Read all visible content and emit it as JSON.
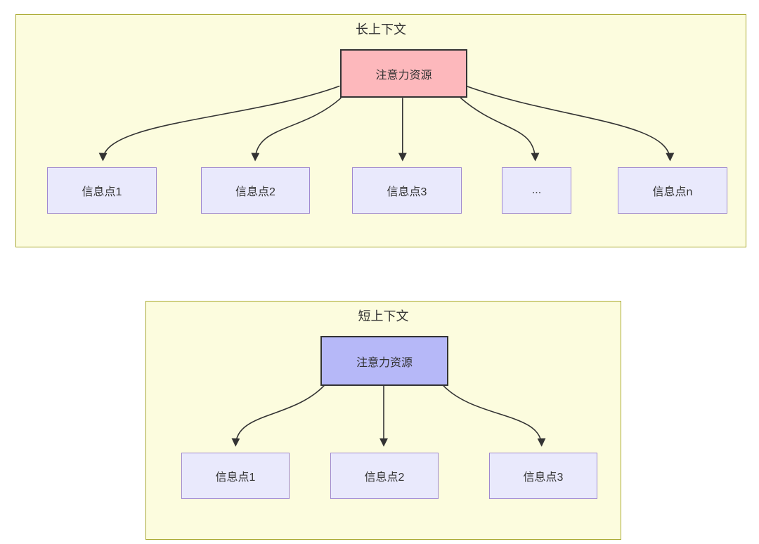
{
  "diagram_type": "flowchart-comparison",
  "colors": {
    "page_background": "#ffffff",
    "panel_fill": "#fcfcde",
    "panel_border": "#aaaa33",
    "info_node_fill": "#e9e9fc",
    "info_node_border": "#9f88d0",
    "attention_long_fill": "#fdb8bc",
    "attention_short_fill": "#b6b8f8",
    "attention_node_border": "#333333",
    "edge_color": "#333333",
    "text_color": "#333333"
  },
  "panels": [
    {
      "title": "长上下文",
      "attention_node": {
        "label": "注意力资源"
      },
      "info_nodes": [
        {
          "label": "信息点1"
        },
        {
          "label": "信息点2"
        },
        {
          "label": "信息点3"
        },
        {
          "label": "..."
        },
        {
          "label": "信息点n"
        }
      ]
    },
    {
      "title": "短上下文",
      "attention_node": {
        "label": "注意力资源"
      },
      "info_nodes": [
        {
          "label": "信息点1"
        },
        {
          "label": "信息点2"
        },
        {
          "label": "信息点3"
        }
      ]
    }
  ]
}
